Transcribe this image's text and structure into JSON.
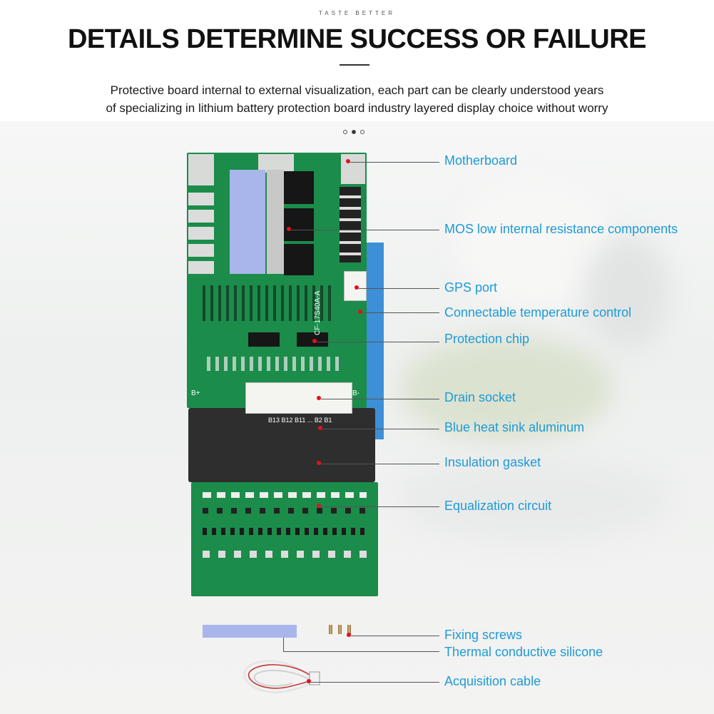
{
  "header": {
    "tagline": "TASTE BETTER",
    "title": "DETAILS DETERMINE SUCCESS OR FAILURE",
    "subtitle_line1": "Protective board internal to external visualization, each part can be clearly understood years",
    "subtitle_line2": "of specializing in lithium battery protection board industry layered display choice without worry"
  },
  "board_marks": {
    "b_plus": "B+",
    "b_minus": "B-",
    "model": "CF-17S40A-A",
    "pins": "B13 B12 B11 ... B2 B1"
  },
  "callouts": [
    {
      "label": "Motherboard"
    },
    {
      "label": "MOS low internal resistance components"
    },
    {
      "label": "GPS port"
    },
    {
      "label": "Connectable temperature control"
    },
    {
      "label": "Protection chip"
    },
    {
      "label": "Drain socket"
    },
    {
      "label": "Blue heat sink aluminum"
    },
    {
      "label": "Insulation gasket"
    },
    {
      "label": "Equalization circuit"
    },
    {
      "label": "Fixing screws"
    },
    {
      "label": "Thermal conductive silicone"
    },
    {
      "label": "Acquisition cable"
    }
  ],
  "colors": {
    "accent": "#1e9ad6",
    "marker": "#e0121c",
    "pcb": "#1b8c4a",
    "heatsink": "#3d8fd6"
  }
}
